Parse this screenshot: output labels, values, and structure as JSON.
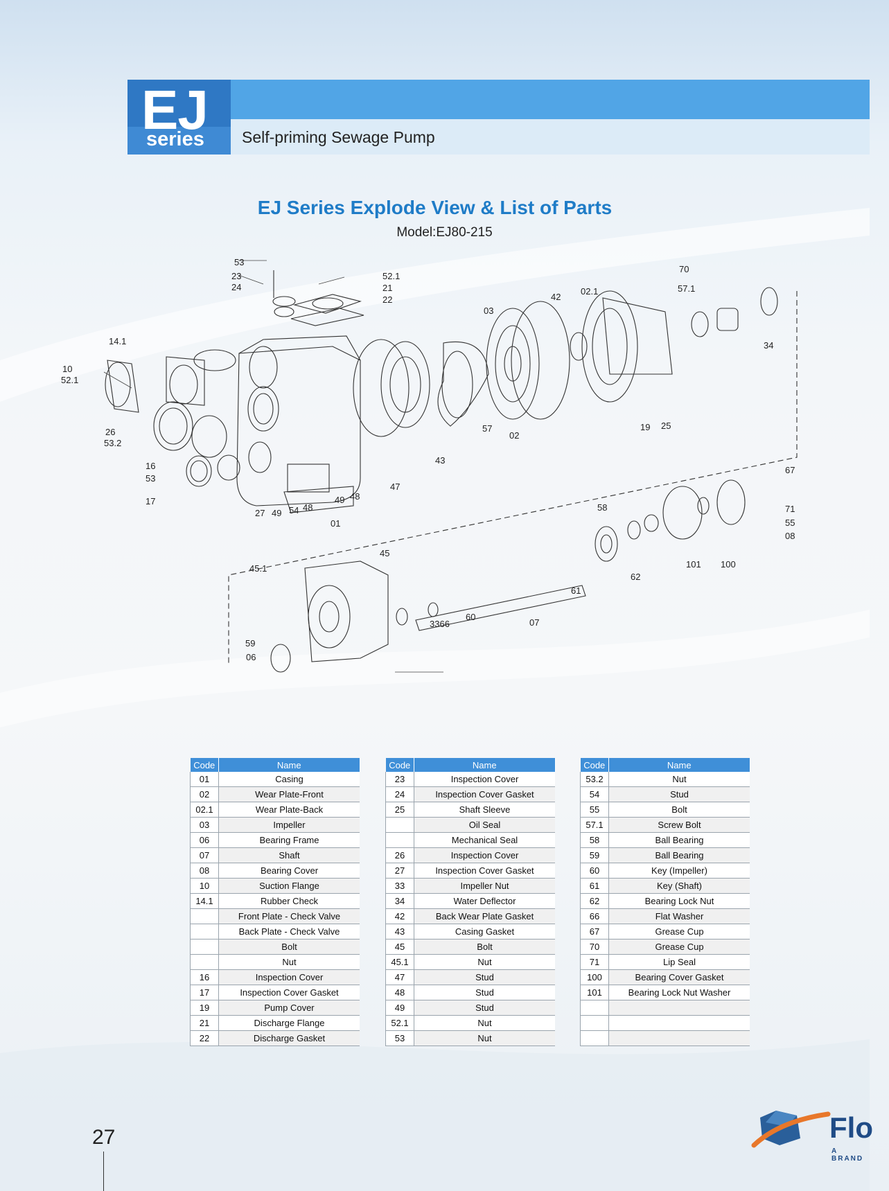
{
  "header": {
    "logo_main": "EJ",
    "logo_sub": "series",
    "subtitle": "Self-priming Sewage Pump"
  },
  "title": "EJ Series Explode View & List of Parts",
  "model": "Model:EJ80-215",
  "diagram": {
    "callouts": [
      "53",
      "23",
      "24",
      "52.1",
      "21",
      "22",
      "70",
      "57.1",
      "02.1",
      "42",
      "03",
      "34",
      "14.1",
      "10",
      "52.1",
      "26",
      "53.2",
      "16",
      "53",
      "17",
      "19",
      "25",
      "57",
      "02",
      "43",
      "47",
      "27",
      "49",
      "54",
      "48",
      "49",
      "48",
      "01",
      "67",
      "71",
      "55",
      "08",
      "58",
      "101",
      "100",
      "62",
      "61",
      "45",
      "45.1",
      "3366",
      "60",
      "07",
      "59",
      "06"
    ]
  },
  "tables": {
    "col_code": "Code",
    "col_name": "Name",
    "t1": [
      {
        "code": "01",
        "name": "Casing"
      },
      {
        "code": "02",
        "name": "Wear Plate-Front"
      },
      {
        "code": "02.1",
        "name": "Wear Plate-Back"
      },
      {
        "code": "03",
        "name": "Impeller"
      },
      {
        "code": "06",
        "name": "Bearing Frame"
      },
      {
        "code": "07",
        "name": "Shaft"
      },
      {
        "code": "08",
        "name": "Bearing Cover"
      },
      {
        "code": "10",
        "name": "Suction Flange"
      },
      {
        "code": "14.1",
        "name": "Rubber Check"
      },
      {
        "code": "",
        "name": "Front Plate - Check Valve"
      },
      {
        "code": "",
        "name": "Back Plate - Check Valve"
      },
      {
        "code": "",
        "name": "Bolt"
      },
      {
        "code": "",
        "name": "Nut"
      },
      {
        "code": "16",
        "name": "Inspection Cover"
      },
      {
        "code": "17",
        "name": "Inspection Cover Gasket"
      },
      {
        "code": "19",
        "name": "Pump Cover"
      },
      {
        "code": "21",
        "name": "Discharge Flange"
      },
      {
        "code": "22",
        "name": "Discharge Gasket"
      }
    ],
    "t2": [
      {
        "code": "23",
        "name": "Inspection Cover"
      },
      {
        "code": "24",
        "name": "Inspection Cover Gasket"
      },
      {
        "code": "25",
        "name": "Shaft Sleeve"
      },
      {
        "code": "",
        "name": "Oil Seal"
      },
      {
        "code": "",
        "name": "Mechanical Seal"
      },
      {
        "code": "26",
        "name": "Inspection Cover"
      },
      {
        "code": "27",
        "name": "Inspection Cover Gasket"
      },
      {
        "code": "33",
        "name": "Impeller Nut"
      },
      {
        "code": "34",
        "name": "Water Deflector"
      },
      {
        "code": "42",
        "name": "Back Wear Plate Gasket"
      },
      {
        "code": "43",
        "name": "Casing Gasket"
      },
      {
        "code": "45",
        "name": "Bolt"
      },
      {
        "code": "45.1",
        "name": "Nut"
      },
      {
        "code": "47",
        "name": "Stud"
      },
      {
        "code": "48",
        "name": "Stud"
      },
      {
        "code": "49",
        "name": "Stud"
      },
      {
        "code": "52.1",
        "name": "Nut"
      },
      {
        "code": "53",
        "name": "Nut"
      }
    ],
    "t3": [
      {
        "code": "53.2",
        "name": "Nut"
      },
      {
        "code": "54",
        "name": "Stud"
      },
      {
        "code": "55",
        "name": "Bolt"
      },
      {
        "code": "57.1",
        "name": "Screw Bolt"
      },
      {
        "code": "58",
        "name": "Ball  Bearing"
      },
      {
        "code": "59",
        "name": "Ball Bearing"
      },
      {
        "code": "60",
        "name": "Key (Impeller)"
      },
      {
        "code": "61",
        "name": "Key (Shaft)"
      },
      {
        "code": "62",
        "name": "Bearing Lock Nut"
      },
      {
        "code": "66",
        "name": "Flat Washer"
      },
      {
        "code": "67",
        "name": "Grease Cup"
      },
      {
        "code": "70",
        "name": "Grease Cup"
      },
      {
        "code": "71",
        "name": "Lip Seal"
      },
      {
        "code": "100",
        "name": "Bearing Cover Gasket"
      },
      {
        "code": "101",
        "name": "Bearing Lock Nut Washer"
      },
      {
        "code": "",
        "name": ""
      },
      {
        "code": "",
        "name": ""
      },
      {
        "code": "",
        "name": ""
      }
    ]
  },
  "footer": {
    "page_number": "27",
    "brand_text": "Flo",
    "brand_sub": "A BRAND"
  },
  "colors": {
    "accent_blue": "#1f7cc7",
    "header_bar": "#51a5e6",
    "logo_bg": "#2f78c4",
    "table_header": "#3f8fd8",
    "brand_orange": "#e8772a"
  }
}
